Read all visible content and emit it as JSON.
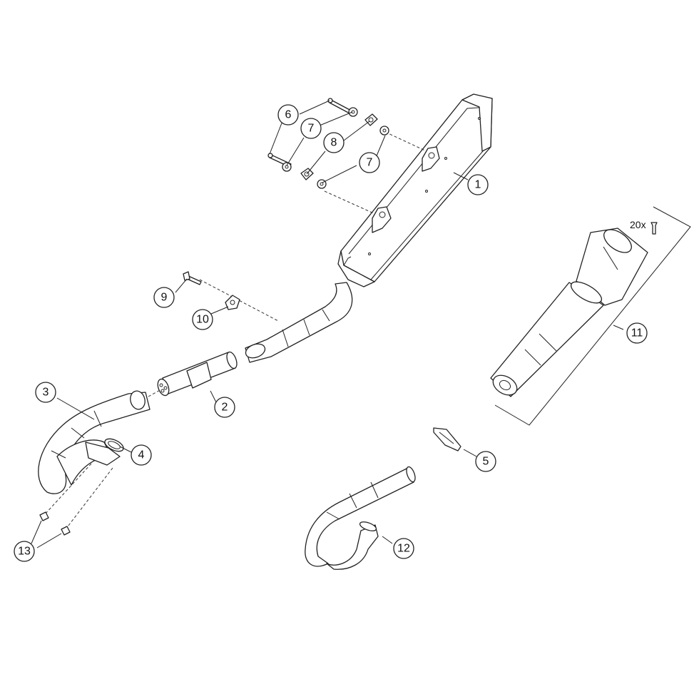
{
  "callouts": [
    {
      "id": "c1",
      "label": "1"
    },
    {
      "id": "c2",
      "label": "2"
    },
    {
      "id": "c3",
      "label": "3"
    },
    {
      "id": "c4",
      "label": "4"
    },
    {
      "id": "c5",
      "label": "5"
    },
    {
      "id": "c6",
      "label": "6"
    },
    {
      "id": "c7a",
      "label": "7"
    },
    {
      "id": "c7b",
      "label": "7"
    },
    {
      "id": "c8",
      "label": "8"
    },
    {
      "id": "c9",
      "label": "9"
    },
    {
      "id": "c10",
      "label": "10"
    },
    {
      "id": "c11",
      "label": "11"
    },
    {
      "id": "c12",
      "label": "12"
    },
    {
      "id": "c13",
      "label": "13"
    }
  ],
  "quantity_note": "20x"
}
